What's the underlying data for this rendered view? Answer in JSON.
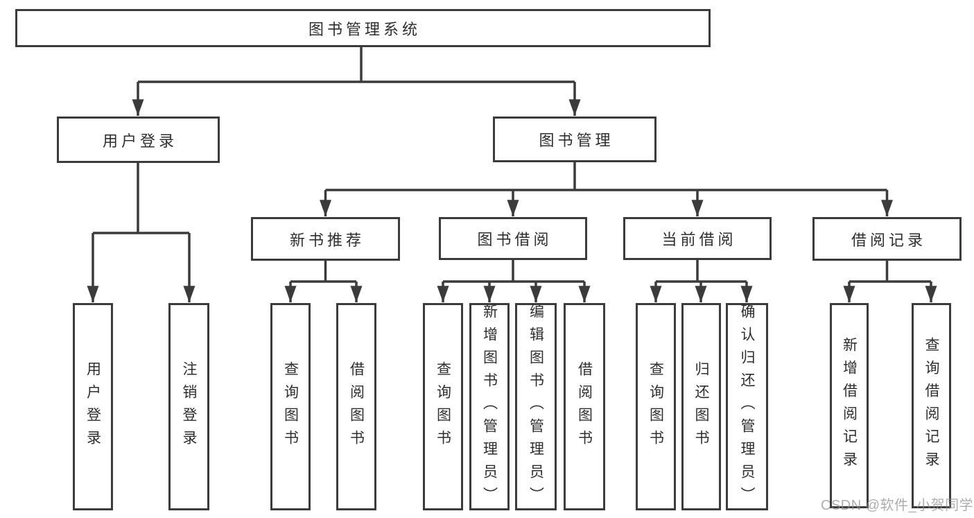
{
  "tree": {
    "root": {
      "label": "图书管理系统",
      "children": [
        {
          "label": "用户登录",
          "children": [
            {
              "label": "用户登录"
            },
            {
              "label": "注销登录"
            }
          ]
        },
        {
          "label": "图书管理",
          "children": [
            {
              "label": "新书推荐",
              "children": [
                {
                  "label": "查询图书"
                },
                {
                  "label": "借阅图书"
                }
              ]
            },
            {
              "label": "图书借阅",
              "children": [
                {
                  "label": "查询图书"
                },
                {
                  "label": "新增图书（管理员）"
                },
                {
                  "label": "编辑图书（管理员）"
                },
                {
                  "label": "借阅图书"
                }
              ]
            },
            {
              "label": "当前借阅",
              "children": [
                {
                  "label": "查询图书"
                },
                {
                  "label": "归还图书"
                },
                {
                  "label": "确认归还（管理员）"
                }
              ]
            },
            {
              "label": "借阅记录",
              "children": [
                {
                  "label": "新增借阅记录"
                },
                {
                  "label": "查询借阅记录"
                }
              ]
            }
          ]
        }
      ]
    }
  },
  "watermark": {
    "text": "CSDN @软件_小贺同学"
  },
  "colors": {
    "line": "#3b3b3b",
    "box_fill": "#ffffff",
    "text": "#2e2e2e",
    "watermark": "#8e8e8e"
  }
}
